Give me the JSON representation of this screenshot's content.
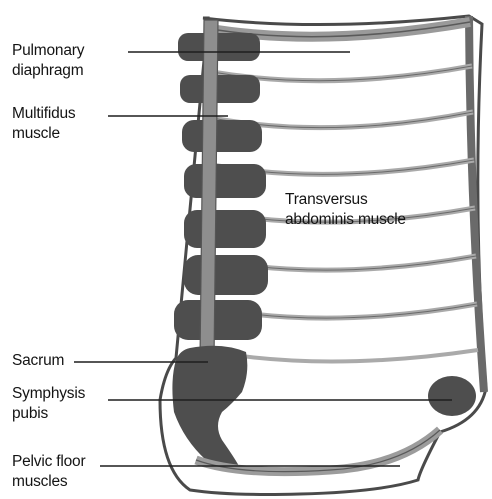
{
  "labels": {
    "pulmonary_diaphragm": {
      "line1": "Pulmonary",
      "line2": "diaphragm"
    },
    "multifidus": {
      "line1": "Multifidus",
      "line2": "muscle"
    },
    "transversus": {
      "line1": "Transversus",
      "line2": "abdominis muscle"
    },
    "sacrum": {
      "line1": "Sacrum"
    },
    "symphysis": {
      "line1": "Symphysis",
      "line2": "pubis"
    },
    "pelvic_floor": {
      "line1": "Pelvic floor",
      "line2": "muscles"
    }
  },
  "colors": {
    "vertebra": "#4e4e4e",
    "rib_fill": "#a9a9a9",
    "rib_edge": "#5a5a5a",
    "outline": "#3c3c3c",
    "leader": "#1e1e1e",
    "text": "#141414"
  }
}
